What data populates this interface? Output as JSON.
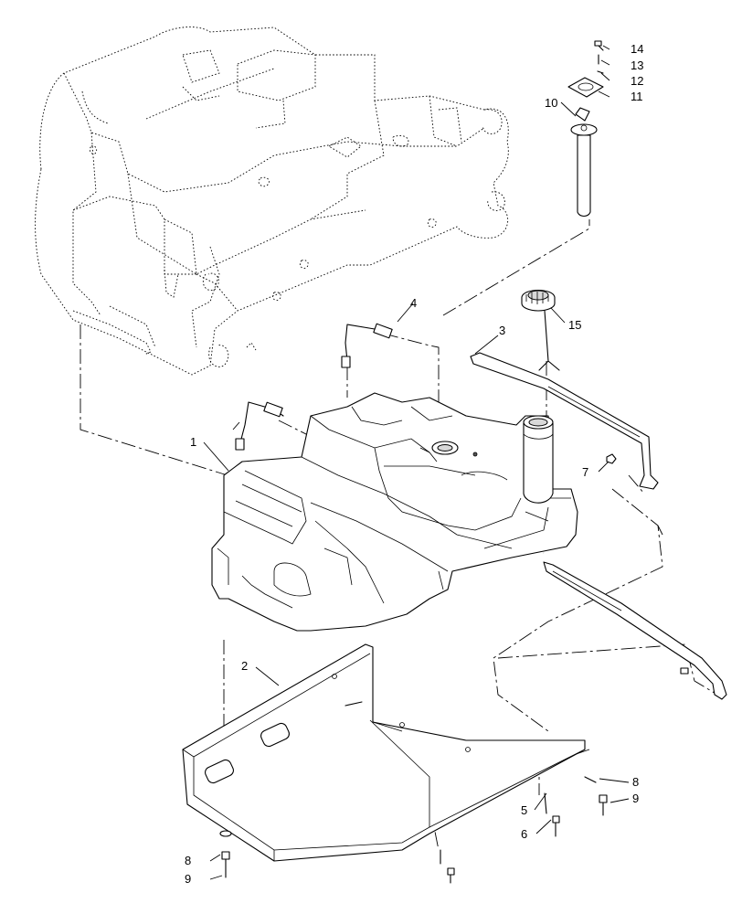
{
  "diagram": {
    "callouts": [
      {
        "id": "c1",
        "label": "1"
      },
      {
        "id": "c2",
        "label": "2"
      },
      {
        "id": "c3",
        "label": "3"
      },
      {
        "id": "c4",
        "label": "4"
      },
      {
        "id": "c5",
        "label": "5"
      },
      {
        "id": "c6",
        "label": "6"
      },
      {
        "id": "c7",
        "label": "7"
      },
      {
        "id": "c8a",
        "label": "8"
      },
      {
        "id": "c8b",
        "label": "8"
      },
      {
        "id": "c9a",
        "label": "9"
      },
      {
        "id": "c9b",
        "label": "9"
      },
      {
        "id": "c10",
        "label": "10"
      },
      {
        "id": "c11",
        "label": "11"
      },
      {
        "id": "c12",
        "label": "12"
      },
      {
        "id": "c13",
        "label": "13"
      },
      {
        "id": "c14",
        "label": "14"
      },
      {
        "id": "c15",
        "label": "15"
      }
    ]
  }
}
